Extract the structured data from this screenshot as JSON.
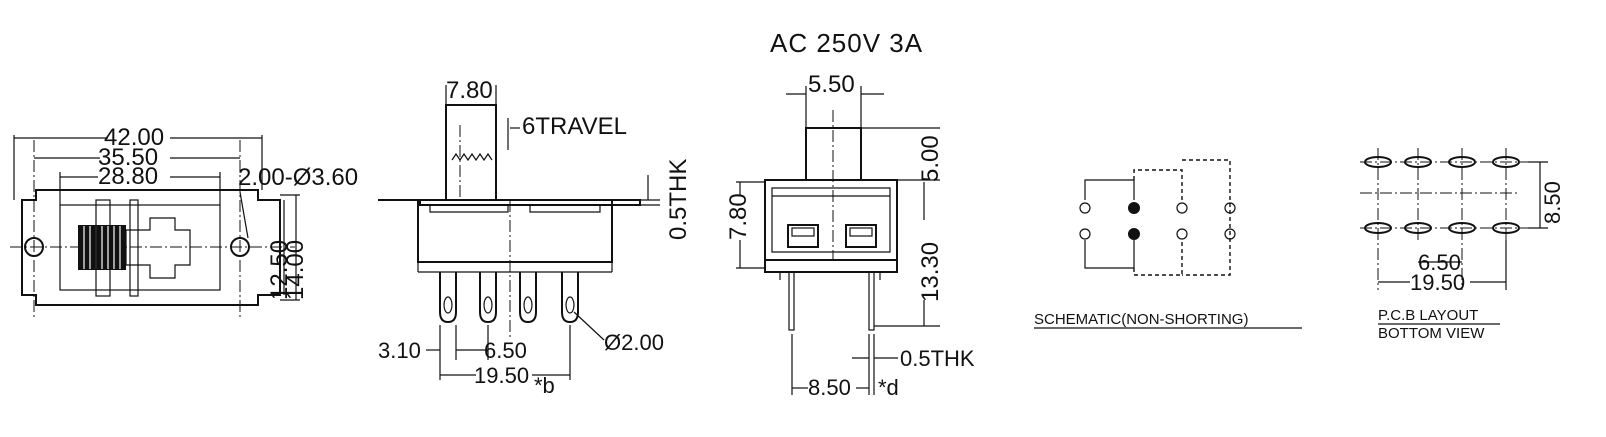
{
  "header": {
    "rating": "AC  250V  3A"
  },
  "top_view": {
    "overall_width": "42.00",
    "mount_pitch": "35.50",
    "body_width": "28.80",
    "hole_label": "2.00-Ø3.60",
    "height_inner": "12.50",
    "height_outer": "14.00"
  },
  "side_view": {
    "actuator_width": "7.80",
    "travel": "6TRAVEL",
    "plate_thickness": "0.5THK",
    "terminal_offset": "3.10",
    "terminal_pitch": "6.50",
    "terminal_span": "19.50",
    "span_note": "*b",
    "terminal_hole": "Ø2.00"
  },
  "end_view": {
    "actuator_width": "5.50",
    "actuator_height": "5.00",
    "body_height": "7.80",
    "total_height": "13.30",
    "terminal_thickness": "0.5THK",
    "terminal_spacing": "8.50",
    "spacing_note": "*d"
  },
  "schematic": {
    "caption": "SCHEMATIC(NON-SHORTING)"
  },
  "pcb_layout": {
    "caption_line1": "P.C.B LAYOUT",
    "caption_line2": "BOTTOM VIEW",
    "row_pitch": "8.50",
    "col_pitch": "6.50",
    "span": "19.50"
  }
}
